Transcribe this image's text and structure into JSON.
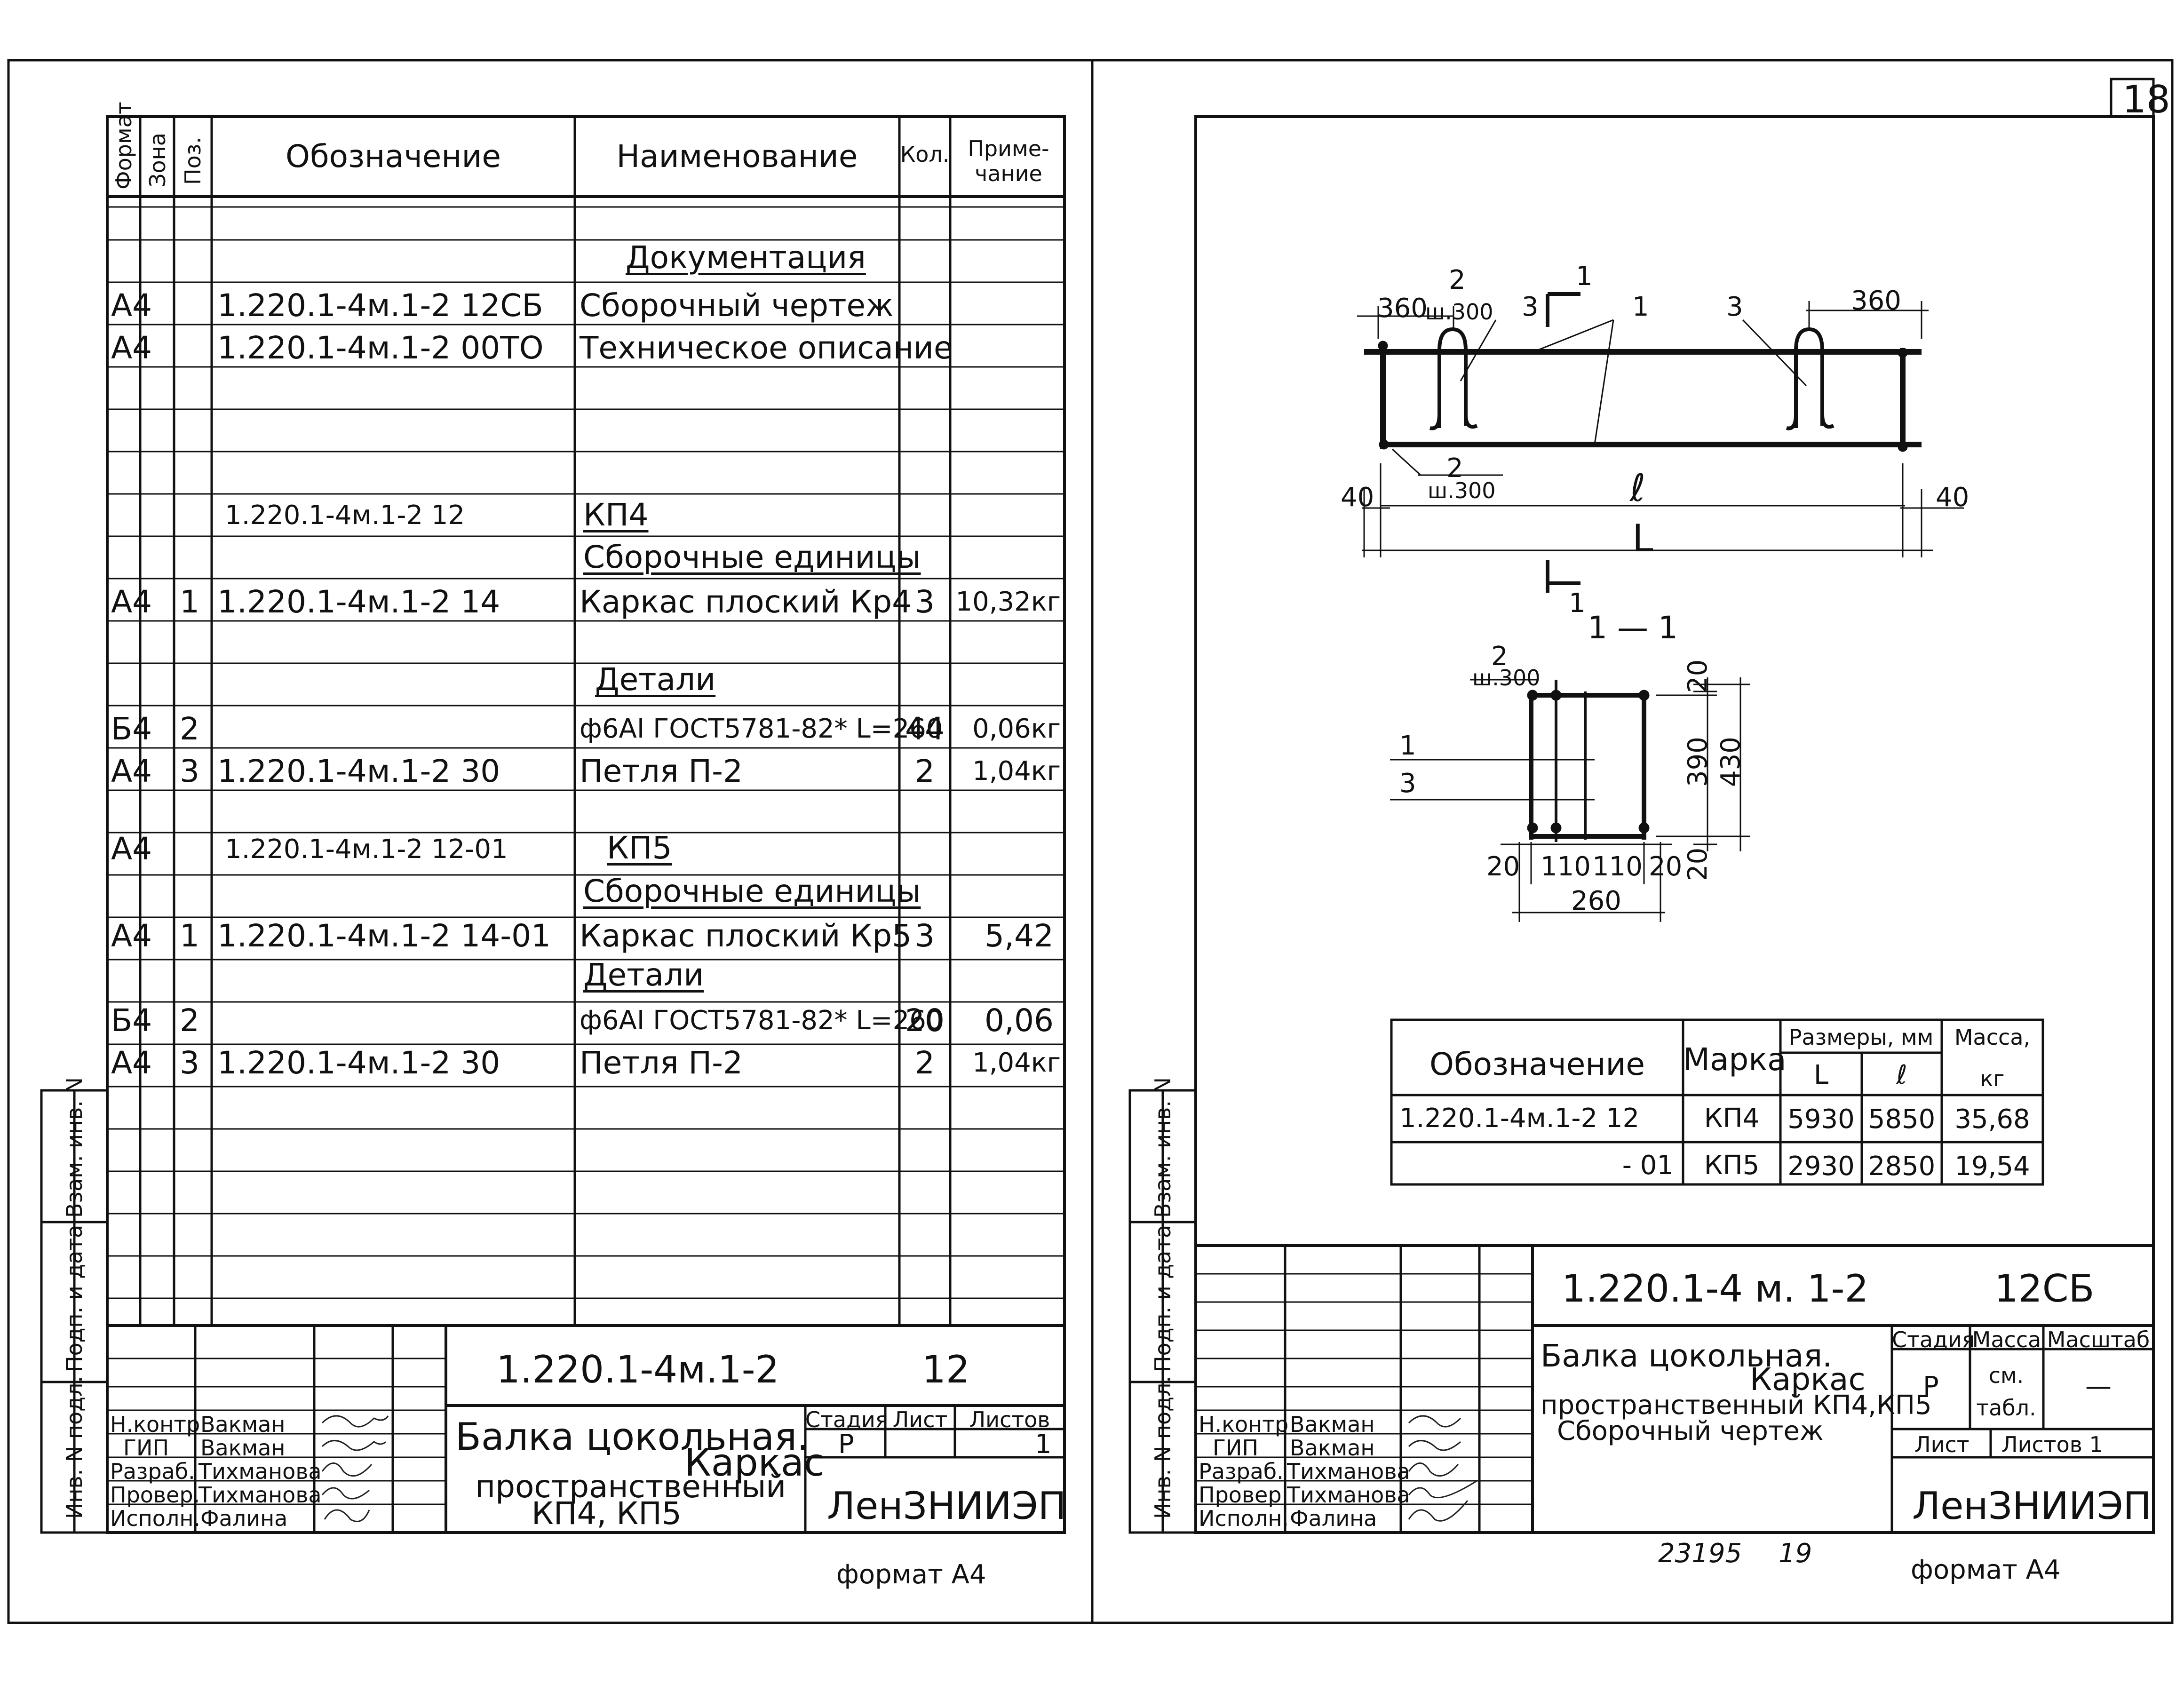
{
  "page_number": "18",
  "left_sheet": {
    "headers": {
      "format": "Формат",
      "zone": "Зона",
      "pos": "Поз.",
      "designation": "Обозначение",
      "name": "Наименование",
      "qty": "Кол.",
      "note": "Приме-чание"
    },
    "rows": [
      {
        "format": "",
        "pos": "",
        "designation": "",
        "name": "Документация",
        "qty": "",
        "note": "",
        "heading": true
      },
      {
        "format": "А4",
        "pos": "",
        "designation": "1.220.1-4м.1-2 12СБ",
        "name": "Сборочный чертеж",
        "qty": "",
        "note": ""
      },
      {
        "format": "А4",
        "pos": "",
        "designation": "1.220.1-4м.1-2 00ТО",
        "name": "Техническое описание",
        "qty": "",
        "note": ""
      },
      {
        "format": "",
        "pos": "",
        "designation": "1.220.1-4м.1-2 12",
        "name": "КП4",
        "qty": "",
        "note": "",
        "heading": true
      },
      {
        "format": "",
        "pos": "",
        "designation": "",
        "name": "Сборочные единицы",
        "qty": "",
        "note": "",
        "heading": true
      },
      {
        "format": "А4",
        "pos": "1",
        "designation": "1.220.1-4м.1-2 14",
        "name": "Каркас плоский Кр4",
        "qty": "3",
        "note": "10,32кг"
      },
      {
        "format": "",
        "pos": "",
        "designation": "",
        "name": "Детали",
        "qty": "",
        "note": "",
        "heading": true
      },
      {
        "format": "Б4",
        "pos": "2",
        "designation": "",
        "name": "ф6АI ГОСТ5781-82* L=260",
        "qty": "44",
        "note": "0,06кг"
      },
      {
        "format": "А4",
        "pos": "3",
        "designation": "1.220.1-4м.1-2 30",
        "name": "Петля П-2",
        "qty": "2",
        "note": "1,04кг"
      },
      {
        "format": "А4",
        "pos": "",
        "designation": "1.220.1-4м.1-2 12-01",
        "name": "КП5",
        "qty": "",
        "note": "",
        "heading": true
      },
      {
        "format": "",
        "pos": "",
        "designation": "",
        "name": "Сборочные единицы",
        "qty": "",
        "note": "",
        "heading": true
      },
      {
        "format": "А4",
        "pos": "1",
        "designation": "1.220.1-4м.1-2 14-01",
        "name": "Каркас плоский Кр5",
        "qty": "3",
        "note": "5,42"
      },
      {
        "format": "",
        "pos": "",
        "designation": "",
        "name": "Детали",
        "qty": "",
        "note": "",
        "heading": true
      },
      {
        "format": "Б4",
        "pos": "2",
        "designation": "",
        "name": "ф6АI ГОСТ5781-82* L=260",
        "qty": "20",
        "note": "0,06"
      },
      {
        "format": "А4",
        "pos": "3",
        "designation": "1.220.1-4м.1-2 30",
        "name": "Петля П-2",
        "qty": "2",
        "note": "1,04кг"
      }
    ],
    "side_labels": {
      "inv_podl": "Инв. N подл.",
      "podp_data": "Подп. и дата",
      "vzam_inv": "Взам. инв. N"
    },
    "title_block": {
      "code": "1.220.1-4м.1-2",
      "doc_num": "12",
      "title_lines": [
        "Балка цокольная.",
        "Каркас",
        "пространственный",
        "КП4, КП5"
      ],
      "stage_label": "Стадия",
      "sheet_label": "Лист",
      "sheets_label": "Листов",
      "stage": "Р",
      "sheets": "1",
      "org": "ЛенЗНИИЭП",
      "roles": [
        "Н.контр",
        "ГИП",
        "Разраб.",
        "Провер.",
        "Исполн."
      ],
      "people": [
        "Вакман",
        "Вакман",
        "Тихманова",
        "Тихманова",
        "Фалина"
      ]
    },
    "format_note": "формат А4"
  },
  "right_sheet": {
    "drawing": {
      "labels": {
        "d360": "360",
        "w300": "ш.300",
        "pos1": "1",
        "pos2": "2",
        "pos3": "3",
        "d40": "40",
        "l_small": "ℓ",
        "l_big": "L",
        "section": "1 — 1",
        "d20": "20",
        "d110": "110",
        "d260": "260",
        "d390": "390",
        "d430": "430"
      }
    },
    "marks_table": {
      "headers": {
        "designation": "Обозначение",
        "mark": "Марка",
        "sizes": "Размеры, мм",
        "L": "L",
        "l": "ℓ",
        "mass": "Масса,",
        "mass_unit": "кг"
      },
      "rows": [
        {
          "designation": "1.220.1-4м.1-2 12",
          "mark": "КП4",
          "L": "5930",
          "l": "5850",
          "mass": "35,68"
        },
        {
          "designation": "- 01",
          "mark": "КП5",
          "L": "2930",
          "l": "2850",
          "mass": "19,54"
        }
      ]
    },
    "title_block": {
      "code": "1.220.1-4 м. 1-2",
      "doc_num": "12СБ",
      "title_lines": [
        "Балка цокольная.",
        "Каркас",
        "пространственный КП4,КП5",
        "Сборочный чертеж"
      ],
      "stage_label": "Стадия",
      "mass_label": "Масса",
      "scale_label": "Масштаб",
      "stage": "Р",
      "mass": "см. табл.",
      "scale": "—",
      "sheet_label": "Лист",
      "sheets_label": "Листов 1",
      "org": "ЛенЗНИИЭП",
      "roles": [
        "Н.контр",
        "ГИП",
        "Разраб.",
        "Провер",
        "Исполн."
      ],
      "people": [
        "Вакман",
        "Вакман",
        "Тихманова",
        "Тихманова",
        "Фалина"
      ]
    },
    "bottom_numbers": "23195 19",
    "format_note": "формат А4"
  }
}
